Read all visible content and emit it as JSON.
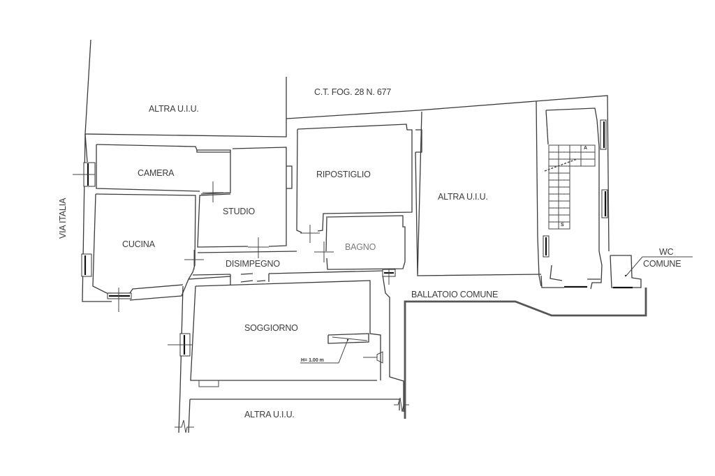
{
  "drawing": {
    "type": "floor-plan",
    "background": "#ffffff",
    "line_color": "#3a3a3a",
    "labels": {
      "altra_uiu_top": "ALTRA U.I.U.",
      "cadastral_ref": "C.T. FOG. 28 N. 677",
      "camera": "CAMERA",
      "studio": "STUDIO",
      "cucina": "CUCINA",
      "disimpegno": "DISIMPEGNO",
      "ripostiglio": "RIPOSTIGLIO",
      "bagno": "BAGNO",
      "altra_uiu_right": "ALTRA U.I.U.",
      "wc_line1": "WC",
      "wc_line2": "COMUNE",
      "ballatoio": "BALLATOIO COMUNE",
      "soggiorno": "SOGGIORNO",
      "height_note": "H= 1.00 m",
      "altra_uiu_bottom": "ALTRA U.I.U.",
      "street": "VIA ITALIA"
    }
  }
}
